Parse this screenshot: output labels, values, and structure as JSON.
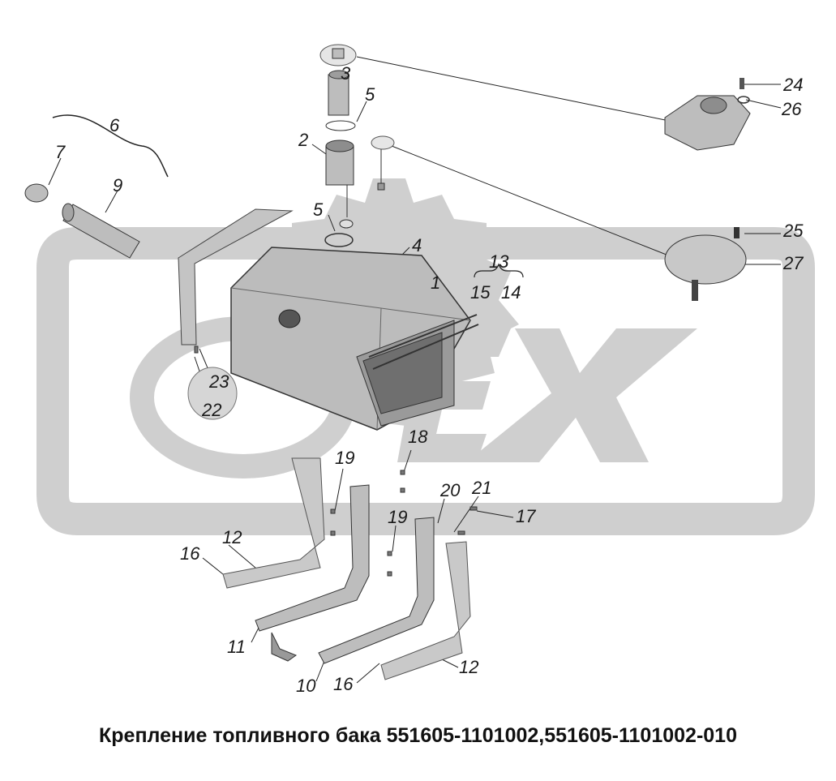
{
  "caption": "Крепление топливного бака 551605-1101002,551605-1101002-010",
  "watermark_text": "OLEX",
  "colors": {
    "watermark": "#c8c8c8",
    "part_fill": "#bdbdbd",
    "part_dark": "#7a7a7a",
    "line": "#222222"
  },
  "callouts": [
    "1",
    "2",
    "3",
    "4",
    "5",
    "5",
    "6",
    "7",
    "9",
    "10",
    "11",
    "12",
    "12",
    "13",
    "14",
    "15",
    "16",
    "16",
    "17",
    "18",
    "19",
    "19",
    "20",
    "21",
    "22",
    "23",
    "24",
    "25",
    "26",
    "27"
  ]
}
